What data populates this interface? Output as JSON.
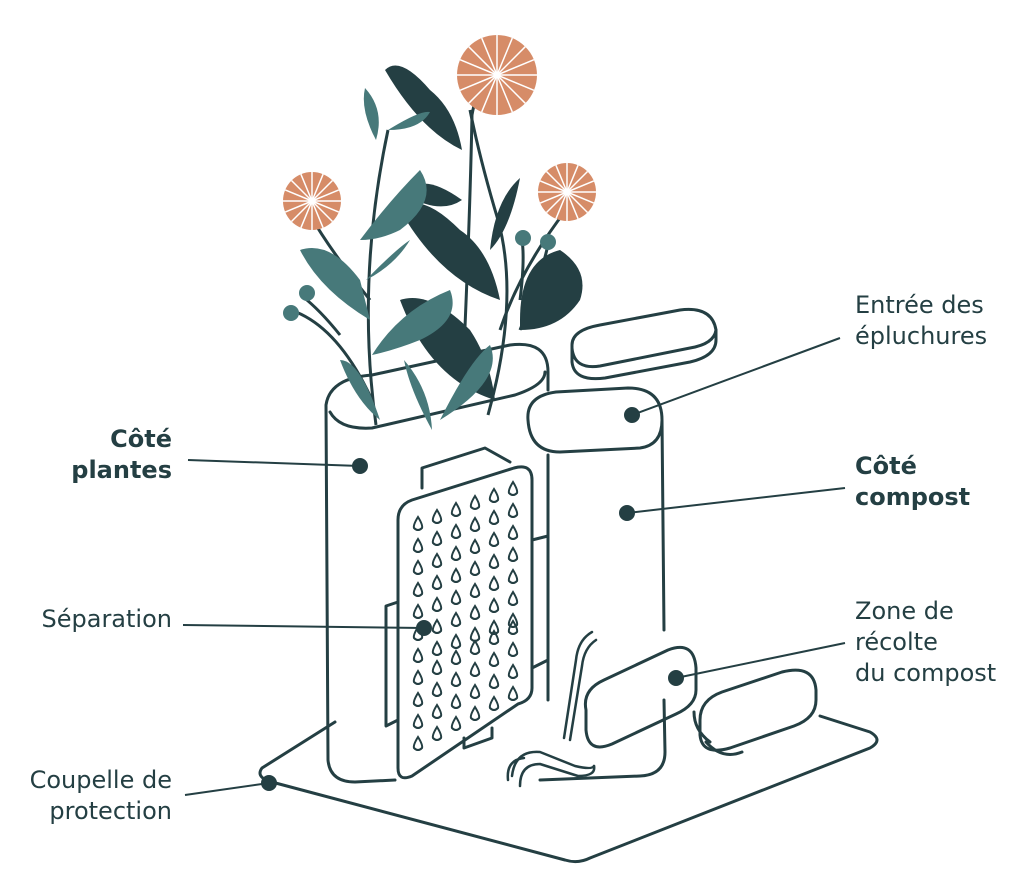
{
  "labels": {
    "cote_plantes": [
      "Côté",
      "plantes"
    ],
    "separation": "Séparation",
    "coupelle": [
      "Coupelle de",
      "protection"
    ],
    "entree": [
      "Entrée des",
      "épluchures"
    ],
    "cote_compost": [
      "Côté",
      "compost"
    ],
    "zone": [
      "Zone de",
      "récolte",
      "du compost"
    ]
  },
  "colors": {
    "dark": "#243f43",
    "teal": "#47797a",
    "orange": "#d68c68"
  }
}
